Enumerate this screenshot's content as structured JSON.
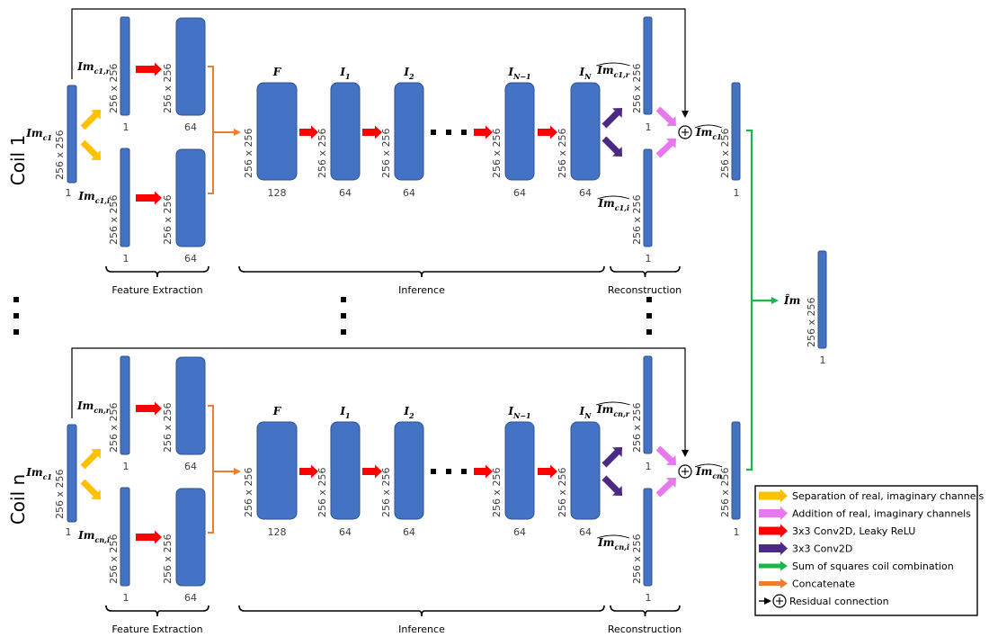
{
  "colors": {
    "block": "#4472c4",
    "separation": "#ffc000",
    "addition": "#e878f0",
    "conv_leaky": "#ff0000",
    "conv": "#4b2a85",
    "sum_squares": "#1db54a",
    "concatenate": "#ed7d31",
    "residual": "#000000"
  },
  "coils": [
    {
      "label": "Coil 1",
      "input_name": "Im",
      "input_sub": "c1",
      "real_name": "Im",
      "real_sub": "c1,r",
      "imag_name": "Im",
      "imag_sub": "c1,i",
      "rec_real_sub": "c1,r",
      "rec_imag_sub": "c1,i",
      "output_sub": "c1"
    },
    {
      "label": "Coil n",
      "input_name": "Im",
      "input_sub": "c1",
      "real_name": "Im",
      "real_sub": "cn,r",
      "imag_name": "Im",
      "imag_sub": "cn,i",
      "rec_real_sub": "cn,r",
      "rec_imag_sub": "cn,i",
      "output_sub": "cn"
    }
  ],
  "dims": "256 x 256",
  "channels": {
    "input": "1",
    "split": "1",
    "feature": "64",
    "F": "128",
    "inference": "64",
    "reconstruction": "1",
    "output": "1",
    "final": "1"
  },
  "inference_blocks": [
    {
      "name": "F",
      "sub": ""
    },
    {
      "name": "I",
      "sub": "1"
    },
    {
      "name": "I",
      "sub": "2"
    },
    {
      "name": "I",
      "sub": "N−1"
    },
    {
      "name": "I",
      "sub": "N"
    }
  ],
  "stages": [
    "Feature Extraction",
    "Inference",
    "Reconstruction"
  ],
  "final_output": "Îm",
  "legend": [
    {
      "label": "Separation of real, imaginary channels",
      "color_key": "separation",
      "icon": "arrow-icon"
    },
    {
      "label": "Addition of real, imaginary channels",
      "color_key": "addition",
      "icon": "arrow-icon"
    },
    {
      "label": "3x3 Conv2D, Leaky ReLU",
      "color_key": "conv_leaky",
      "icon": "arrow-icon"
    },
    {
      "label": "3x3 Conv2D",
      "color_key": "conv",
      "icon": "arrow-icon"
    },
    {
      "label": "Sum of squares coil combination",
      "color_key": "sum_squares",
      "icon": "thin-arrow-icon"
    },
    {
      "label": "Concatenate",
      "color_key": "concatenate",
      "icon": "thin-arrow-icon"
    },
    {
      "label": "Residual connection",
      "color_key": "residual",
      "icon": "residual-icon"
    }
  ]
}
